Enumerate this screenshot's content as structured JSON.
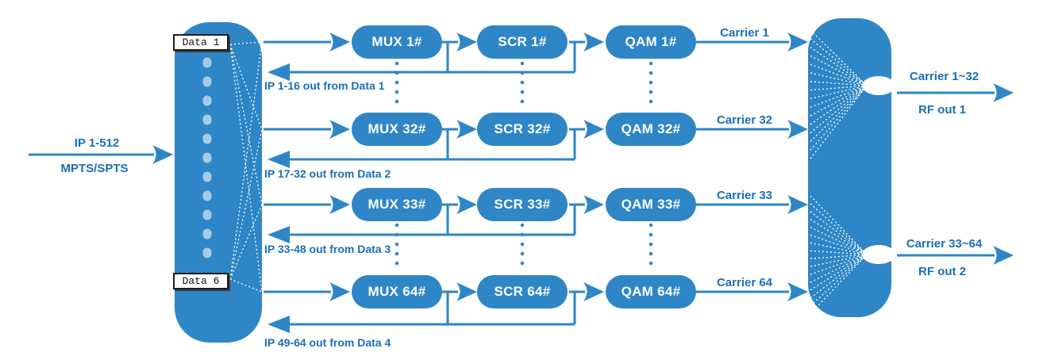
{
  "colors": {
    "primary": "#2e86c6",
    "label_text": "#1b6fb5",
    "port_dots": "#a6cbe8"
  },
  "input": {
    "line1": "IP 1-512",
    "line2": "MPTS/SPTS"
  },
  "switch": {
    "top_port": "Data 1",
    "bottom_port": "Data 6"
  },
  "rows": [
    {
      "mux": "MUX 1#",
      "scr": "SCR 1#",
      "qam": "QAM 1#",
      "carrier": "Carrier 1",
      "return_label": "IP 1-16 out from Data 1"
    },
    {
      "mux": "MUX 32#",
      "scr": "SCR 32#",
      "qam": "QAM 32#",
      "carrier": "Carrier 32",
      "return_label": "IP 17-32 out from Data 2"
    },
    {
      "mux": "MUX 33#",
      "scr": "SCR 33#",
      "qam": "QAM 33#",
      "carrier": "Carrier 33",
      "return_label": "IP 33-48 out from Data 3"
    },
    {
      "mux": "MUX 64#",
      "scr": "SCR 64#",
      "qam": "QAM 64#",
      "carrier": "Carrier 64",
      "return_label": "IP 49-64 out from Data 4"
    }
  ],
  "outputs": [
    {
      "carrier_range": "Carrier 1~32",
      "rf_label": "RF out 1"
    },
    {
      "carrier_range": "Carrier 33~64",
      "rf_label": "RF out 2"
    }
  ]
}
